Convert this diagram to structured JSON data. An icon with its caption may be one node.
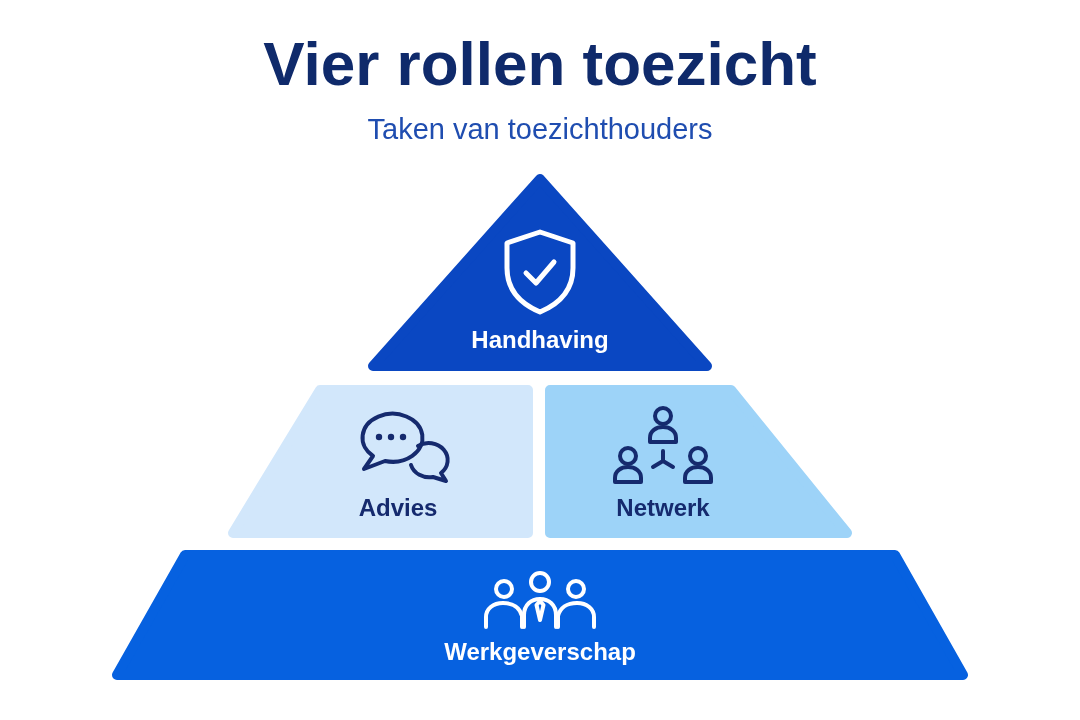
{
  "diagram": {
    "title": "Vier rollen toezicht",
    "nodes": [
      {
        "text": [
          "Handhaving"
        ]
      },
      {
        "text": [
          "Advies"
        ]
      },
      {
        "text": [
          "Netwerk"
        ]
      },
      {
        "text": [
          "Werkgeverschap"
        ]
      }
    ],
    "labels": [
      "Taken van toezichthouders"
    ]
  }
}
